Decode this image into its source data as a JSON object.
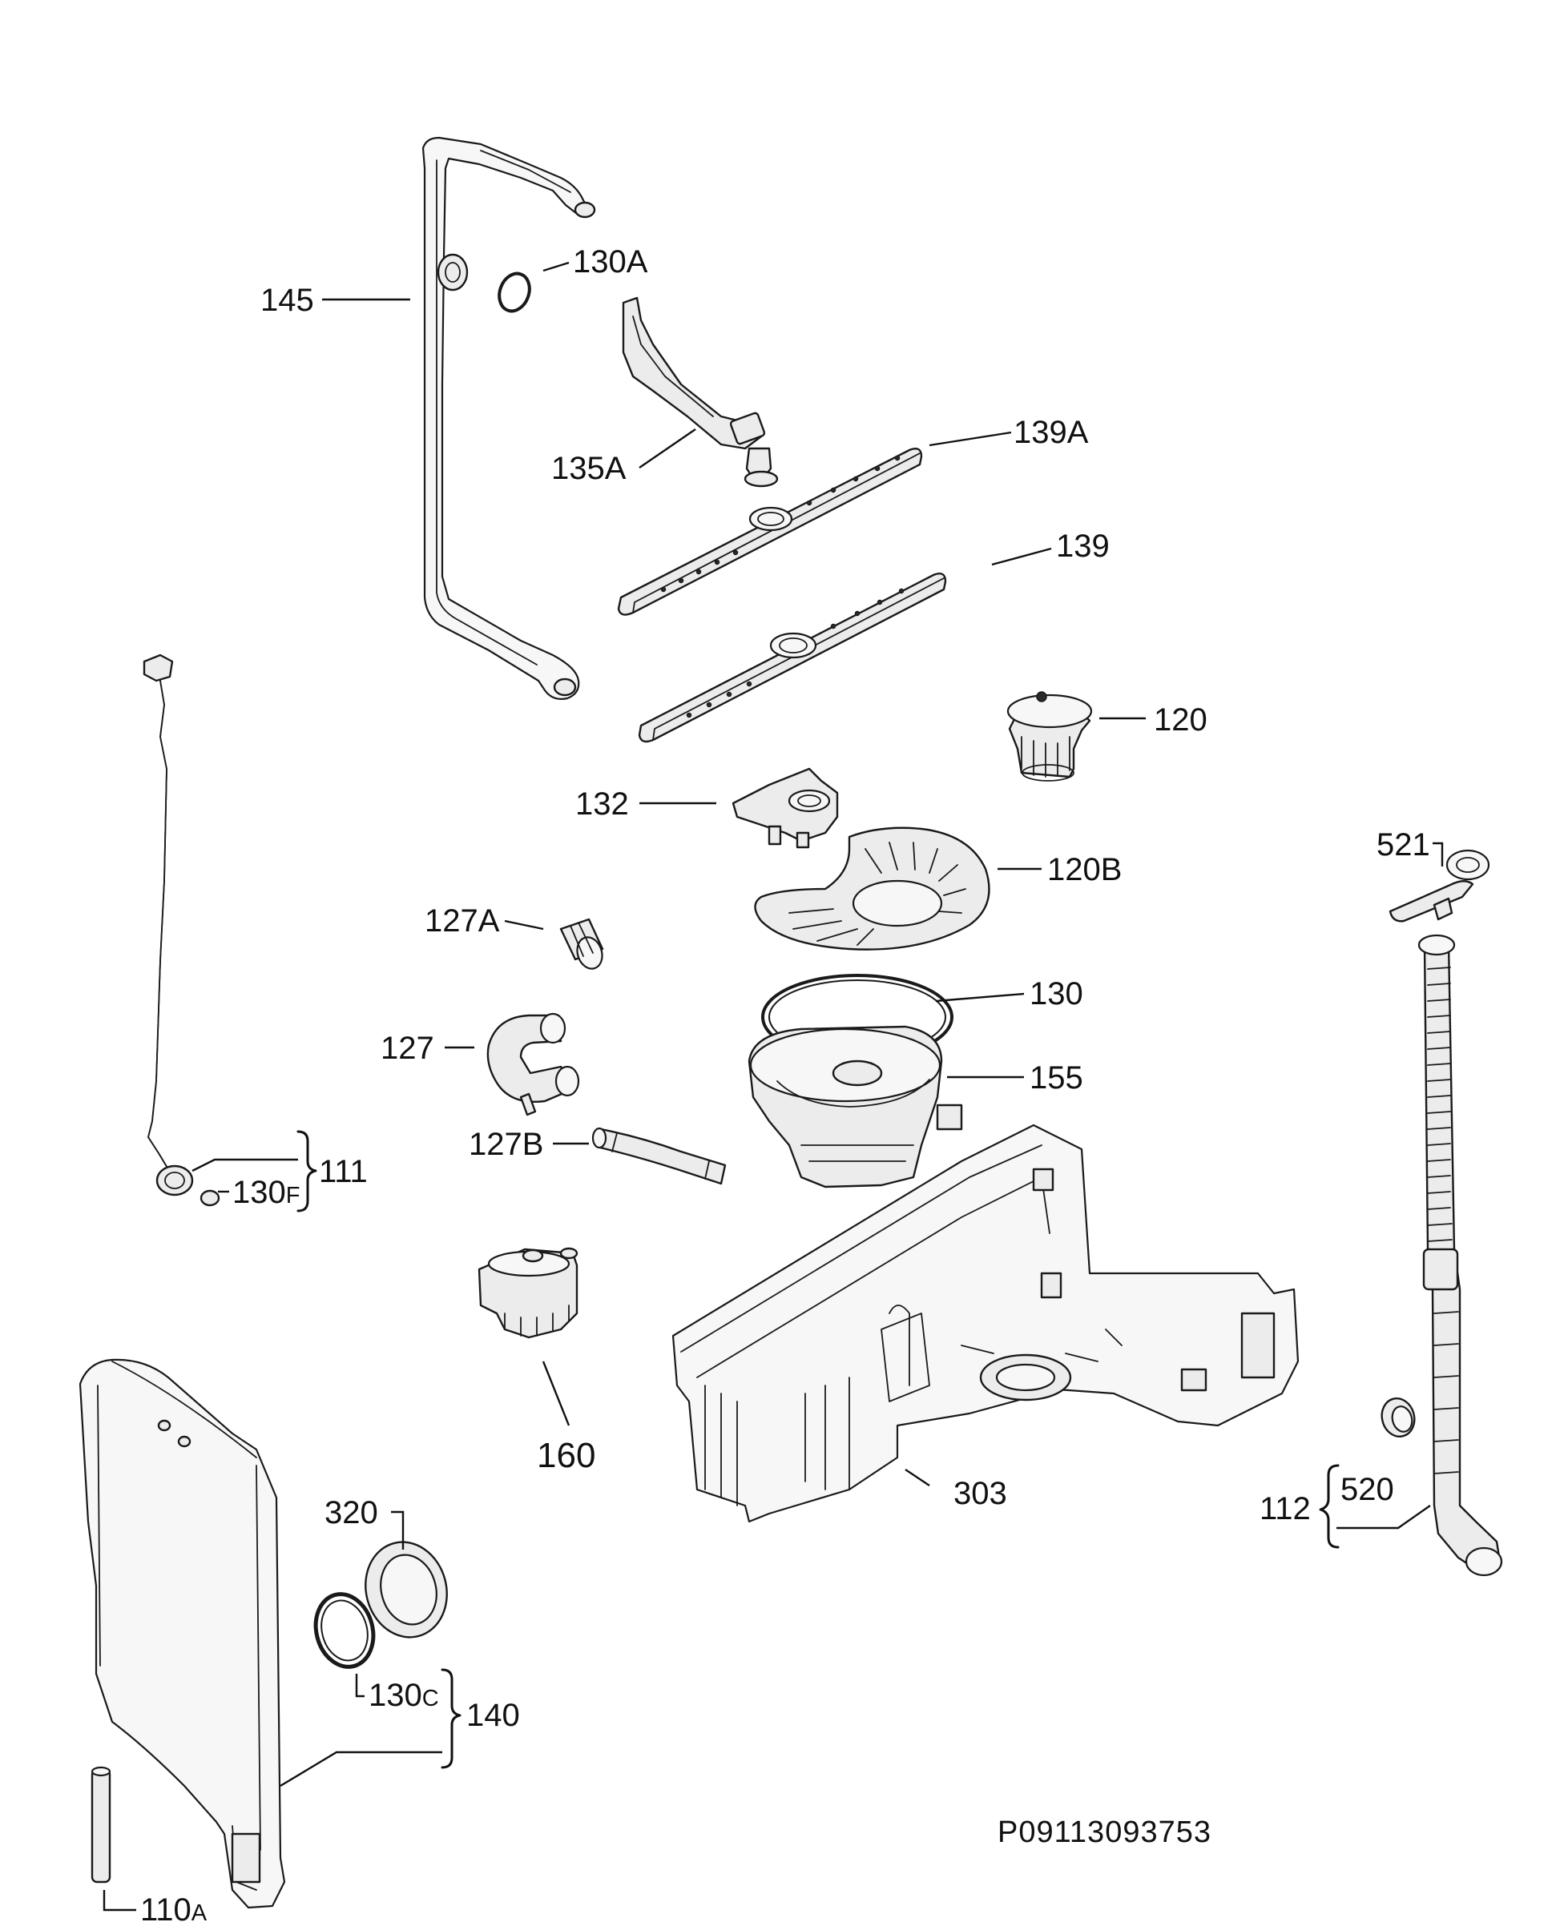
{
  "labels": {
    "p145": "145",
    "p130A": "130A",
    "p135A": "135A",
    "p139A": "139A",
    "p139": "139",
    "p120": "120",
    "p132": "132",
    "p120B": "120B",
    "p127A": "127A",
    "p130": "130",
    "p127": "127",
    "p155": "155",
    "p127B": "127B",
    "p111": "111",
    "p130F_main": "130",
    "p130F_suffix": "F",
    "p160": "160",
    "p303": "303",
    "p521": "521",
    "p112": "112",
    "p520": "520",
    "p320": "320",
    "p130C_main": "130",
    "p130C_suffix": "C",
    "p140": "140",
    "p110A_main": "110",
    "p110A_suffix": "A"
  },
  "drawing_code": "P09113093753"
}
